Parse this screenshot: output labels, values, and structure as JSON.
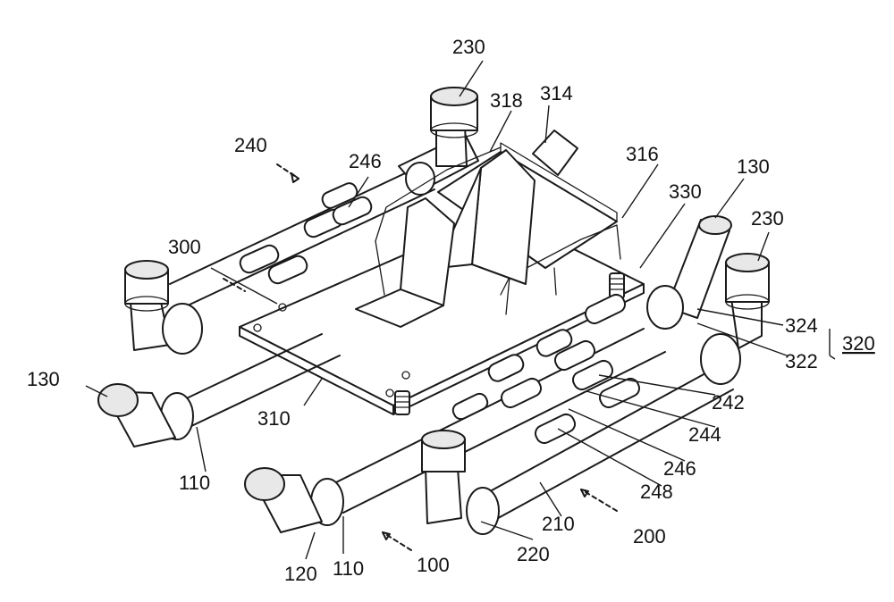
{
  "labels": {
    "l230a": "230",
    "l318": "318",
    "l314": "314",
    "l240": "240",
    "l246a": "246",
    "l316": "316",
    "l130a": "130",
    "l330": "330",
    "l230b": "230",
    "l300": "300",
    "l324": "324",
    "l320": "320",
    "l322": "322",
    "l130b": "130",
    "l310": "310",
    "l242": "242",
    "l110a": "110",
    "l244": "244",
    "l246b": "246",
    "l248": "248",
    "l210": "210",
    "l200": "200",
    "l220": "220",
    "l100": "100",
    "l120": "120",
    "l110b": "110"
  }
}
